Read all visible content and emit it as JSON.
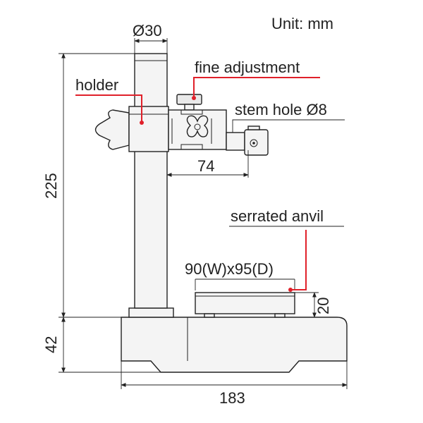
{
  "unit_label": "Unit: mm",
  "labels": {
    "holder": "holder",
    "fine_adjustment": "fine adjustment",
    "stem_hole": "stem hole Ø8",
    "serrated_anvil": "serrated anvil"
  },
  "dimensions": {
    "column_diameter": "Ø30",
    "column_height": "225",
    "base_height": "42",
    "base_width": "183",
    "holder_reach": "74",
    "anvil_size": "90(W)x95(D)",
    "anvil_height": "20"
  },
  "colors": {
    "leader": "#e0202a",
    "line": "#222222",
    "fill": "#f4f4f4"
  }
}
